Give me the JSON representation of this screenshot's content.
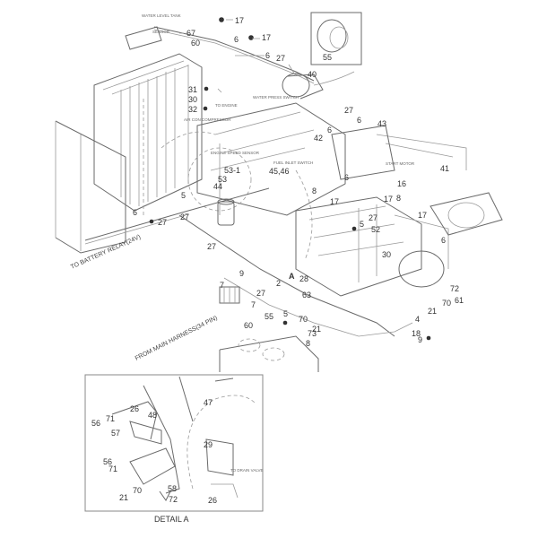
{
  "captions": {
    "water_level_tank": "WATER LEVEL TANK",
    "sensor": "SENSOR",
    "to_engine": "TO ENGINE",
    "air_con_compressor": "AIR CON COMPRESSOR",
    "water_press_switch": "WATER PRESS SWITCH",
    "engine_speed_sensor": "ENGINE SPEED SENSOR",
    "fuel_inlet_switch": "FUEL INLET SWITCH",
    "start_motor": "START MOTOR",
    "to_battery_relay": "TO BATTERY RELAY(24V)",
    "from_main_harness": "FROM MAIN HARNESS(34 PIN)",
    "to_drain_valve": "TO DRAIN VALVE",
    "detail_a_title": "DETAIL A"
  },
  "callouts": {
    "main": [
      "17",
      "67",
      "60",
      "6",
      "17",
      "6",
      "27",
      "40",
      "55",
      "31",
      "30",
      "32",
      "27",
      "6",
      "43",
      "42",
      "6",
      "41",
      "16",
      "6",
      "45,46",
      "53-1",
      "53",
      "44",
      "5",
      "6",
      "27",
      "27",
      "8",
      "17",
      "17",
      "8",
      "17",
      "6",
      "5",
      "27",
      "52",
      "27",
      "30",
      "A",
      "28",
      "9",
      "2",
      "7",
      "27",
      "63",
      "72",
      "61",
      "70",
      "21",
      "7",
      "5",
      "55",
      "60",
      "70",
      "21",
      "73",
      "8",
      "4",
      "18",
      "9"
    ],
    "detail": [
      "26",
      "48",
      "47",
      "71",
      "56",
      "57",
      "29",
      "56",
      "71",
      "58",
      "70",
      "72",
      "21",
      "26"
    ]
  }
}
